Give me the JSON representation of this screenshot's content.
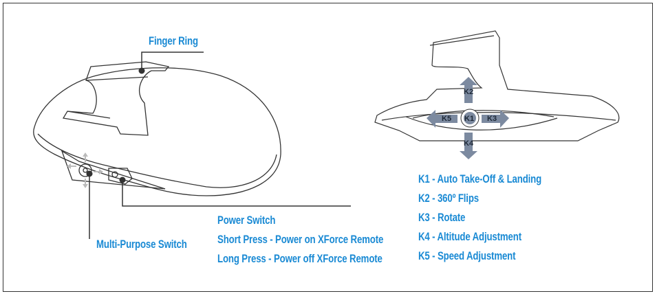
{
  "labels": {
    "finger_ring": "Finger Ring",
    "power_switch": "Power Switch",
    "short_press": "Short Press - Power on XForce Remote",
    "long_press": "Long Press - Power off XForce Remote",
    "multi_purpose_switch": "Multi-Purpose Switch"
  },
  "keys": {
    "markers": [
      "K1",
      "K2",
      "K3",
      "K4",
      "K5"
    ],
    "legend": [
      "K1 - Auto Take-Off & Landing",
      "K2 - 360º Flips",
      "K3 - Rotate",
      "K4 - Altitude Adjustment",
      "K5 - Speed Adjustment"
    ]
  },
  "colors": {
    "label": "#1a8ad4",
    "arrow": "#7c8aa0",
    "outline": "#333333"
  }
}
